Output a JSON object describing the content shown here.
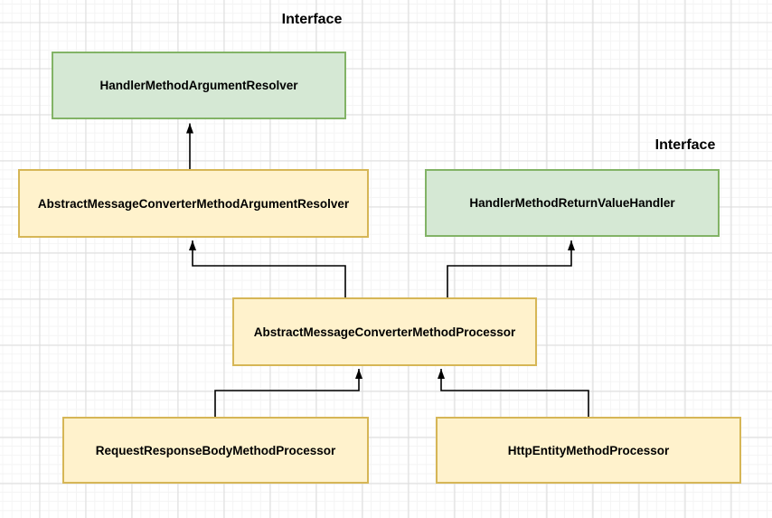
{
  "diagram": {
    "type": "class-inheritance-diagram",
    "labels": {
      "top_interface": "Interface",
      "right_interface": "Interface"
    },
    "styles": {
      "interface": {
        "fill": "#d5e8d4",
        "border": "#82b366"
      },
      "class": {
        "fill": "#fff2cc",
        "border": "#d6b656"
      },
      "edge": {
        "stroke": "#000000"
      },
      "text_color": "#000000"
    },
    "nodes": [
      {
        "label": "HandlerMethodArgumentResolver",
        "kind": "interface"
      },
      {
        "label": "AbstractMessageConverterMethodArgumentResolver",
        "kind": "class"
      },
      {
        "label": "HandlerMethodReturnValueHandler",
        "kind": "interface"
      },
      {
        "label": "AbstractMessageConverterMethodProcessor",
        "kind": "class"
      },
      {
        "label": "RequestResponseBodyMethodProcessor",
        "kind": "class"
      },
      {
        "label": "HttpEntityMethodProcessor",
        "kind": "class"
      }
    ],
    "edges": [
      {
        "from": "AbstractMessageConverterMethodArgumentResolver",
        "to": "HandlerMethodArgumentResolver"
      },
      {
        "from": "AbstractMessageConverterMethodProcessor",
        "to": "AbstractMessageConverterMethodArgumentResolver"
      },
      {
        "from": "AbstractMessageConverterMethodProcessor",
        "to": "HandlerMethodReturnValueHandler"
      },
      {
        "from": "RequestResponseBodyMethodProcessor",
        "to": "AbstractMessageConverterMethodProcessor"
      },
      {
        "from": "HttpEntityMethodProcessor",
        "to": "AbstractMessageConverterMethodProcessor"
      }
    ]
  }
}
